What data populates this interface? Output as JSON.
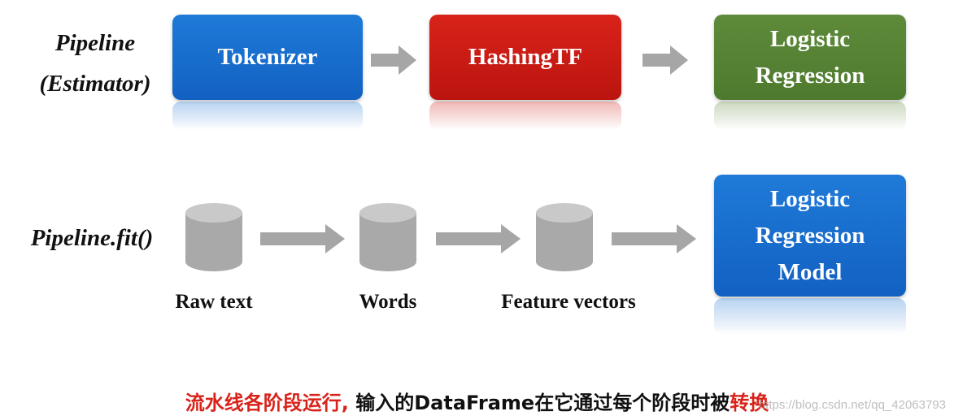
{
  "rows": {
    "top_label_line1": "Pipeline",
    "top_label_line2": "(Estimator)",
    "bottom_label": "Pipeline.fit()"
  },
  "stages": {
    "tokenizer": "Tokenizer",
    "hashing_tf": "HashingTF",
    "logistic_line1": "Logistic",
    "logistic_line2": "Regression"
  },
  "model": {
    "line1": "Logistic",
    "line2": "Regression",
    "line3": "Model"
  },
  "data_labels": {
    "raw_text": "Raw text",
    "words": "Words",
    "feature_vectors": "Feature vectors"
  },
  "caption": {
    "part1": "流水线各阶段运行,",
    "part2": " 输入的DataFrame在它通过每个阶段时被",
    "part3": "转换"
  },
  "watermark": "https://blog.csdn.net/qq_42063793",
  "colors": {
    "blue": "#1a6fd0",
    "red": "#c81a14",
    "green": "#558236",
    "arrow": "#a6a6a6",
    "cylinder": "#a9a9a9",
    "highlight": "#d8231a"
  }
}
